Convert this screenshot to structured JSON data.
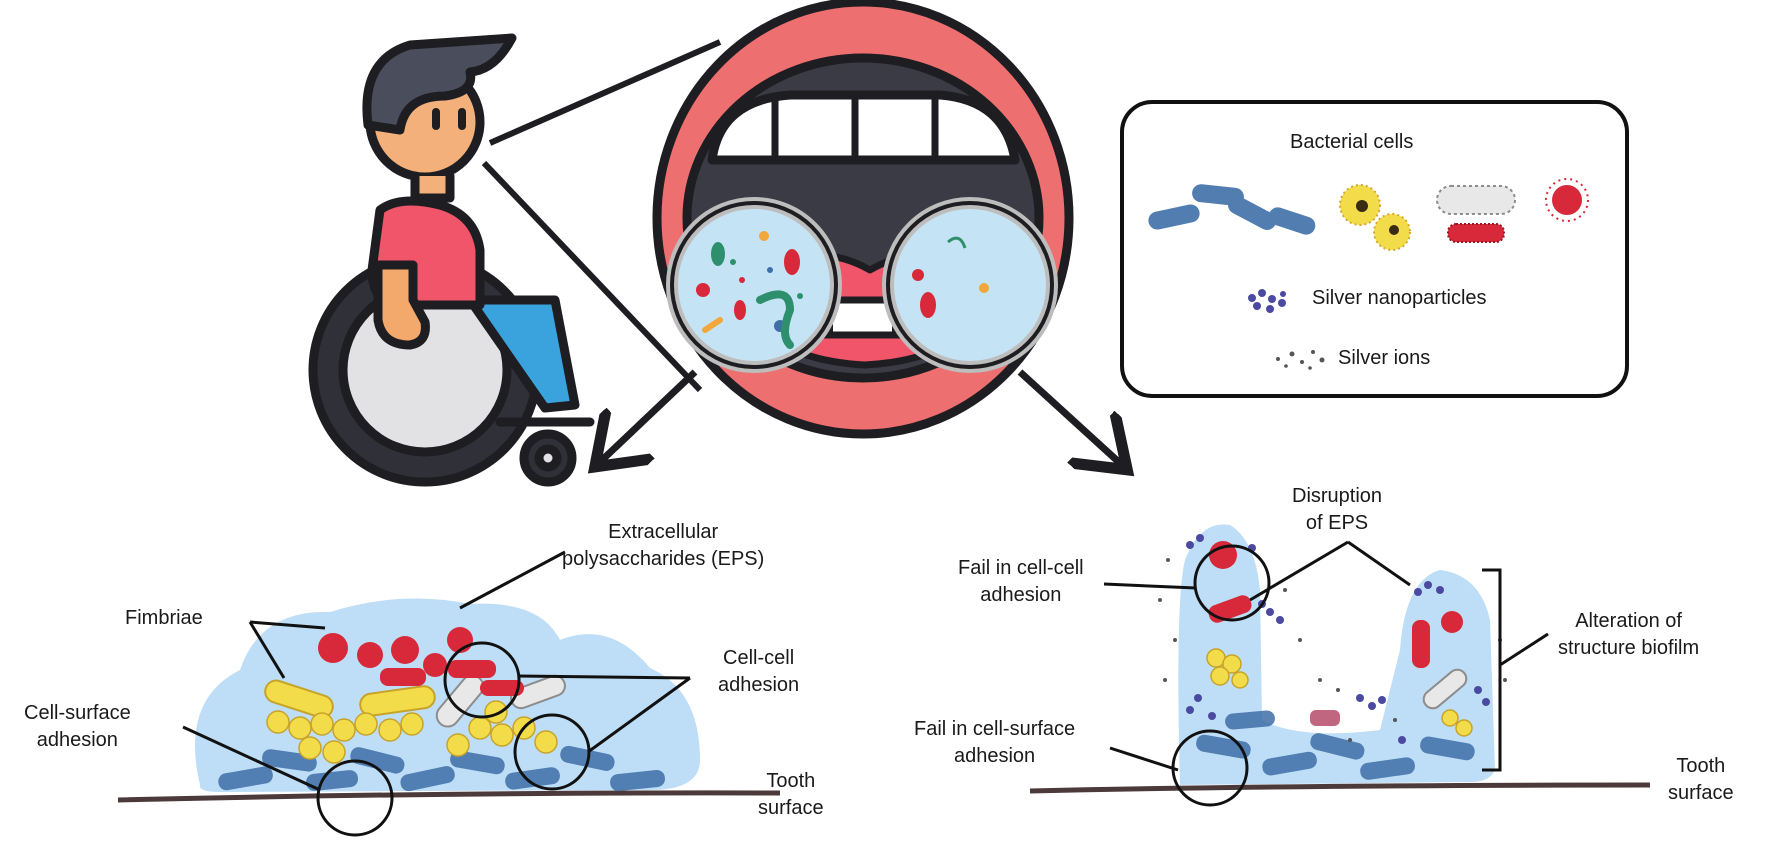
{
  "legend": {
    "title": "Bacterial cells",
    "nanoparticles": "Silver nanoparticles",
    "ions": "Silver ions"
  },
  "left_biofilm": {
    "eps_line1": "Extracellular",
    "eps_line2": "polysaccharides (EPS)",
    "fimbriae": "Fimbriae",
    "cell_cell_line1": "Cell-cell",
    "cell_cell_line2": "adhesion",
    "cell_surface_line1": "Cell-surface",
    "cell_surface_line2": "adhesion",
    "tooth_line1": "Tooth",
    "tooth_line2": "surface"
  },
  "right_biofilm": {
    "disruption_line1": "Disruption",
    "disruption_line2": "of EPS",
    "fail_cell_cell_line1": "Fail in cell-cell",
    "fail_cell_cell_line2": "adhesion",
    "fail_surface_line1": "Fail in cell-surface",
    "fail_surface_line2": "adhesion",
    "alteration_line1": "Alteration of",
    "alteration_line2": "structure biofilm",
    "tooth_line1": "Tooth",
    "tooth_line2": "surface"
  },
  "colors": {
    "biofilm_blue": "#b9dcf5",
    "rod_blue": "#3f6fa8",
    "cocci_yellow": "#f3dc4a",
    "red_bacteria": "#d8293a",
    "lips": "#ee6f6f",
    "shirt": "#f0556a",
    "outline": "#1e1e22"
  }
}
